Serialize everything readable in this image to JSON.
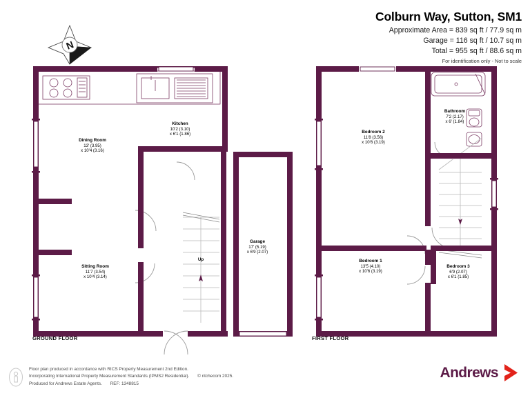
{
  "header": {
    "title": "Colburn Way, Sutton, SM1",
    "approx_area": "Approximate Area = 839 sq ft / 77.9 sq m",
    "garage_area": "Garage = 116 sq ft / 10.7 sq m",
    "total_area": "Total = 955 sq ft / 88.6 sq m",
    "disclaimer": "For identification only - Not to scale"
  },
  "compass": {
    "north_letter": "N"
  },
  "floors": {
    "ground_label": "GROUND FLOOR",
    "first_label": "FIRST FLOOR"
  },
  "ground_floor": {
    "rooms": [
      {
        "name": "Dining Room",
        "dim1": "13' (3.95)",
        "dim2": "x 10'4 (3.16)"
      },
      {
        "name": "Kitchen",
        "dim1": "10'2 (3.10)",
        "dim2": "x 6'1 (1.86)"
      },
      {
        "name": "Sitting Room",
        "dim1": "11'7 (3.54)",
        "dim2": "x 10'4 (3.14)"
      },
      {
        "name": "Garage",
        "dim1": "17' (5.19)",
        "dim2": "x 6'9 (2.07)"
      }
    ],
    "stair_direction": "Up"
  },
  "first_floor": {
    "rooms": [
      {
        "name": "Bedroom 2",
        "dim1": "11'8 (3.56)",
        "dim2": "x 10'6 (3.19)"
      },
      {
        "name": "Bathroom",
        "dim1": "7'2 (2.17)",
        "dim2": "x 6' (1.84)"
      },
      {
        "name": "Bedroom 1",
        "dim1": "13'5 (4.10)",
        "dim2": "x 10'6 (3.19)"
      },
      {
        "name": "Bedroom 3",
        "dim1": "6'9 (2.07)",
        "dim2": "x 6'1 (1.85)"
      }
    ],
    "stair_direction": "Down"
  },
  "footer": {
    "line1": "Floor plan produced in accordance with RICS Property Measurement 2nd Edition.",
    "line2": "Incorporating International Property Measurement Standards (IPMS2 Residential).",
    "copyright": "© ntchecom 2025.",
    "line3": "Produced for Andrews Estate Agents.",
    "reference": "REF: 1348815"
  },
  "brand": {
    "name": "Andrews"
  },
  "colors": {
    "wall": "#5c1b47",
    "brand_purple": "#5c1b47",
    "chevron_red": "#e2231a",
    "fixture_line": "#7a3a63"
  }
}
